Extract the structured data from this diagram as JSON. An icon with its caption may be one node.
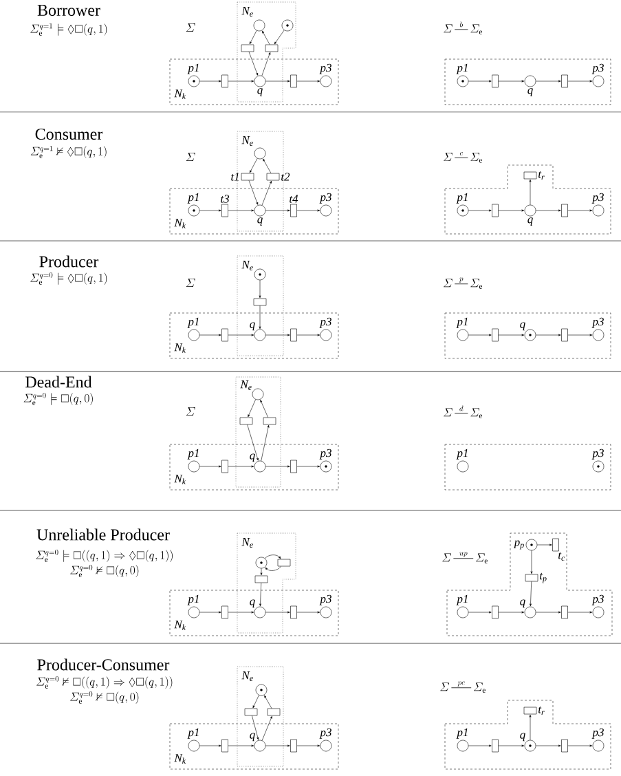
{
  "diagram": {
    "nodes": [
      {
        "text": [
          "N$_{k}$"
        ]
      },
      {
        "text": [
          "N$_{e}$"
        ]
      },
      {
        "text": [],
        "shape": "circle",
        "beside": [
          "p1"
        ],
        "in": 0
      },
      {
        "text": [],
        "shape": "box",
        "in": 0
      },
      {
        "text": [],
        "shape": "circle",
        "beside": [
          "q"
        ]
      },
      {
        "text": [],
        "shape": "box",
        "in": 0
      },
      {
        "text": [],
        "shape": "circle",
        "beside": [
          "p3"
        ],
        "in": 0
      },
      {
        "text": [],
        "shape": "circle",
        "in": 1
      },
      {
        "text": [],
        "shape": "circle",
        "in": 1
      },
      {
        "text": [],
        "shape": "box",
        "in": 1
      },
      {
        "text": [],
        "shape": "box",
        "in": 1
      },
      {
        "text": [],
        "shape": "box"
      },
      {
        "text": [],
        "shape": "circle",
        "beside": [
          "p1"
        ],
        "in": 11
      },
      {
        "text": [],
        "shape": "box",
        "in": 11
      },
      {
        "text": [],
        "shape": "circle",
        "beside": [
          "q"
        ],
        "in": 11
      },
      {
        "text": [],
        "shape": "box",
        "in": 11
      },
      {
        "text": [],
        "shape": "circle",
        "beside": [
          "p3"
        ],
        "in": 11
      },
      {
        "text": [
          "N$_{k}$"
        ]
      },
      {
        "text": [
          "N$_{e}$"
        ]
      },
      {
        "text": [],
        "shape": "circle",
        "beside": [
          "p1"
        ],
        "in": 17
      },
      {
        "text": [],
        "shape": "box",
        "beside": [
          "t3"
        ],
        "in": 17
      },
      {
        "text": [],
        "shape": "circle",
        "beside": [
          "q"
        ]
      },
      {
        "text": [],
        "shape": "box",
        "beside": [
          "t4"
        ],
        "in": 17
      },
      {
        "text": [],
        "shape": "circle",
        "beside": [
          "p3"
        ],
        "in": 17
      },
      {
        "text": [],
        "shape": "circle",
        "in": 18
      },
      {
        "text": [],
        "shape": "box",
        "beside": [
          "t1"
        ],
        "in": 18
      },
      {
        "text": [],
        "shape": "box",
        "beside": [
          "t2"
        ],
        "in": 18
      },
      {
        "text": [],
        "shape": "box"
      },
      {
        "text": [],
        "shape": "circle",
        "beside": [
          "p1"
        ],
        "in": 27
      },
      {
        "text": [],
        "shape": "box",
        "in": 27
      },
      {
        "text": [],
        "shape": "circle",
        "beside": [
          "q"
        ],
        "in": 27
      },
      {
        "text": [],
        "shape": "box",
        "in": 27
      },
      {
        "text": [],
        "shape": "circle",
        "beside": [
          "p3"
        ],
        "in": 27
      },
      {
        "text": [],
        "shape": "box",
        "beside": [
          "t$_{r}$"
        ],
        "in": 27
      },
      {
        "text": [
          "N$_{k}$"
        ]
      },
      {
        "text": [
          "N$_{e}$"
        ]
      },
      {
        "text": [],
        "shape": "circle",
        "beside": [
          "p1"
        ],
        "in": 34
      },
      {
        "text": [],
        "shape": "box",
        "in": 34
      },
      {
        "text": [],
        "shape": "circle",
        "beside": [
          "q"
        ]
      },
      {
        "text": [],
        "shape": "box",
        "in": 34
      },
      {
        "text": [],
        "shape": "circle",
        "beside": [
          "p3"
        ],
        "in": 34
      },
      {
        "text": [],
        "shape": "circle",
        "in": 35
      },
      {
        "text": [],
        "shape": "box",
        "in": 35
      },
      {
        "text": [],
        "shape": "box"
      },
      {
        "text": [],
        "shape": "circle",
        "beside": [
          "p1"
        ],
        "in": 43
      },
      {
        "text": [],
        "shape": "box",
        "in": 43
      },
      {
        "text": [],
        "shape": "circle",
        "beside": [
          "q"
        ],
        "in": 43
      },
      {
        "text": [],
        "shape": "box",
        "in": 43
      },
      {
        "text": [],
        "shape": "circle",
        "beside": [
          "p3"
        ],
        "in": 43
      },
      {
        "text": [
          "N$_{k}$"
        ]
      },
      {
        "text": [
          "N$_{e}$"
        ]
      },
      {
        "text": [],
        "shape": "circle",
        "beside": [
          "p1"
        ],
        "in": 49
      },
      {
        "text": [],
        "shape": "box",
        "in": 49
      },
      {
        "text": [],
        "shape": "circle",
        "beside": [
          "q"
        ]
      },
      {
        "text": [],
        "shape": "box",
        "in": 49
      },
      {
        "text": [],
        "shape": "circle",
        "beside": [
          "p3"
        ],
        "in": 49
      },
      {
        "text": [],
        "shape": "circle",
        "in": 50
      },
      {
        "text": [],
        "shape": "box",
        "in": 50
      },
      {
        "text": [],
        "shape": "box",
        "in": 50
      },
      {
        "text": [],
        "shape": "box"
      },
      {
        "text": [],
        "shape": "circle",
        "beside": [
          "p1"
        ],
        "in": 59
      },
      {
        "text": [],
        "shape": "circle",
        "beside": [
          "p3"
        ],
        "in": 59
      },
      {
        "text": [
          "N$_{k}$"
        ]
      },
      {
        "text": [
          "N$_{e}$"
        ]
      },
      {
        "text": [],
        "shape": "circle",
        "beside": [
          "p1"
        ],
        "in": 62
      },
      {
        "text": [],
        "shape": "box",
        "in": 62
      },
      {
        "text": [],
        "shape": "circle",
        "beside": [
          "q"
        ]
      },
      {
        "text": [],
        "shape": "box",
        "in": 62
      },
      {
        "text": [],
        "shape": "circle",
        "beside": [
          "p3"
        ],
        "in": 62
      },
      {
        "text": [],
        "shape": "circle",
        "in": 63
      },
      {
        "text": [],
        "shape": "box",
        "in": 63
      },
      {
        "text": [],
        "shape": "box",
        "in": 63
      },
      {
        "text": [],
        "shape": "box"
      },
      {
        "text": [],
        "shape": "circle",
        "beside": [
          "p1"
        ],
        "in": 72
      },
      {
        "text": [],
        "shape": "box",
        "in": 72
      },
      {
        "text": [],
        "shape": "circle",
        "beside": [
          "q"
        ],
        "in": 72
      },
      {
        "text": [],
        "shape": "box",
        "in": 72
      },
      {
        "text": [],
        "shape": "circle",
        "beside": [
          "p3"
        ],
        "in": 72
      },
      {
        "text": [],
        "shape": "circle",
        "beside": [
          "p$_{p}$"
        ],
        "in": 72
      },
      {
        "text": [],
        "shape": "box",
        "beside": [
          "t$_{c}$"
        ],
        "in": 72
      },
      {
        "text": [],
        "shape": "box",
        "beside": [
          "t$_{p}$"
        ],
        "in": 72
      },
      {
        "text": [
          "N$_{k}$"
        ]
      },
      {
        "text": [
          "N$_{e}$"
        ]
      },
      {
        "text": [],
        "shape": "circle",
        "beside": [
          "p1"
        ],
        "in": 81
      },
      {
        "text": [],
        "shape": "box",
        "in": 81
      },
      {
        "text": [],
        "shape": "circle",
        "beside": [
          "q"
        ]
      },
      {
        "text": [],
        "shape": "box",
        "in": 81
      },
      {
        "text": [],
        "shape": "circle",
        "beside": [
          "p3"
        ],
        "in": 81
      },
      {
        "text": [],
        "shape": "circle",
        "in": 82
      },
      {
        "text": [],
        "shape": "box",
        "in": 82
      },
      {
        "text": [],
        "shape": "box",
        "in": 82
      },
      {
        "text": [],
        "shape": "box"
      },
      {
        "text": [],
        "shape": "circle",
        "beside": [
          "p1"
        ],
        "in": 91
      },
      {
        "text": [],
        "shape": "box",
        "in": 91
      },
      {
        "text": [],
        "shape": "circle",
        "beside": [
          "q"
        ],
        "in": 91
      },
      {
        "text": [],
        "shape": "box",
        "in": 91
      },
      {
        "text": [],
        "shape": "circle",
        "beside": [
          "p3"
        ],
        "in": 91
      },
      {
        "text": [],
        "shape": "box",
        "beside": [
          "t$_{r}$"
        ],
        "in": 91
      },
      {
        "text": [],
        "shape": "dot",
        "in": 2
      },
      {
        "text": [],
        "shape": "dot",
        "in": 8
      },
      {
        "text": [],
        "shape": "dot",
        "in": 12
      },
      {
        "text": [],
        "shape": "dot",
        "in": 19
      },
      {
        "text": [],
        "shape": "dot",
        "in": 28
      },
      {
        "text": [],
        "shape": "dot",
        "in": 41
      },
      {
        "text": [],
        "shape": "dot",
        "in": 46
      },
      {
        "text": [],
        "shape": "dot",
        "in": 55
      },
      {
        "text": [],
        "shape": "dot",
        "in": 61
      },
      {
        "text": [],
        "shape": "dot",
        "in": 69
      },
      {
        "text": [],
        "shape": "dot",
        "in": 78
      },
      {
        "text": [],
        "shape": "dot",
        "in": 88
      },
      {
        "text": [],
        "shape": "dot",
        "in": 94
      }
    ],
    "edges": [
      {
        "from": 2,
        "to": 3,
        "arrow": "to"
      },
      {
        "from": 3,
        "to": 4,
        "arrow": "to"
      },
      {
        "from": 4,
        "to": 5,
        "arrow": "to"
      },
      {
        "from": 5,
        "to": 6,
        "arrow": "to"
      },
      {
        "from": 7,
        "to": 9,
        "arrow": "to"
      },
      {
        "from": 9,
        "to": 4,
        "arrow": "to"
      },
      {
        "from": 4,
        "to": 10,
        "arrow": "to"
      },
      {
        "from": 10,
        "to": 7,
        "arrow": "to"
      },
      {
        "from": 8,
        "to": 10,
        "arrow": "to"
      },
      {
        "from": 12,
        "to": 13,
        "arrow": "to"
      },
      {
        "from": 13,
        "to": 14,
        "arrow": "to"
      },
      {
        "from": 14,
        "to": 15,
        "arrow": "to"
      },
      {
        "from": 15,
        "to": 16,
        "arrow": "to"
      },
      {
        "from": 19,
        "to": 20,
        "arrow": "to"
      },
      {
        "from": 20,
        "to": 21,
        "arrow": "to"
      },
      {
        "from": 21,
        "to": 22,
        "arrow": "to"
      },
      {
        "from": 22,
        "to": 23,
        "arrow": "to"
      },
      {
        "from": 24,
        "to": 25,
        "arrow": "to"
      },
      {
        "from": 25,
        "to": 21,
        "arrow": "to"
      },
      {
        "from": 21,
        "to": 26,
        "arrow": "to"
      },
      {
        "from": 26,
        "to": 24,
        "arrow": "to"
      },
      {
        "from": 28,
        "to": 29,
        "arrow": "to"
      },
      {
        "from": 29,
        "to": 30,
        "arrow": "to"
      },
      {
        "from": 30,
        "to": 31,
        "arrow": "to"
      },
      {
        "from": 31,
        "to": 32,
        "arrow": "to"
      },
      {
        "from": 30,
        "to": 33,
        "arrow": "to"
      },
      {
        "from": 36,
        "to": 37,
        "arrow": "to"
      },
      {
        "from": 37,
        "to": 38,
        "arrow": "to"
      },
      {
        "from": 38,
        "to": 39,
        "arrow": "to"
      },
      {
        "from": 39,
        "to": 40,
        "arrow": "to"
      },
      {
        "from": 41,
        "to": 42,
        "arrow": "to"
      },
      {
        "from": 42,
        "to": 38,
        "arrow": "to"
      },
      {
        "from": 44,
        "to": 45,
        "arrow": "to"
      },
      {
        "from": 45,
        "to": 46,
        "arrow": "to"
      },
      {
        "from": 46,
        "to": 47,
        "arrow": "to"
      },
      {
        "from": 47,
        "to": 48,
        "arrow": "to"
      },
      {
        "from": 51,
        "to": 52,
        "arrow": "to"
      },
      {
        "from": 52,
        "to": 53,
        "arrow": "to"
      },
      {
        "from": 53,
        "to": 54,
        "arrow": "to"
      },
      {
        "from": 54,
        "to": 55,
        "arrow": "to"
      },
      {
        "from": 56,
        "to": 57,
        "arrow": "to"
      },
      {
        "from": 57,
        "to": 53,
        "arrow": "to"
      },
      {
        "from": 53,
        "to": 58,
        "arrow": "to"
      },
      {
        "from": 58,
        "to": 56,
        "arrow": "to"
      },
      {
        "from": 64,
        "to": 65,
        "arrow": "to"
      },
      {
        "from": 65,
        "to": 66,
        "arrow": "to"
      },
      {
        "from": 66,
        "to": 67,
        "arrow": "to"
      },
      {
        "from": 67,
        "to": 68,
        "arrow": "to"
      },
      {
        "from": 69,
        "to": 70,
        "arrow": "to"
      },
      {
        "from": 70,
        "to": 69,
        "arrow": "to"
      },
      {
        "from": 69,
        "to": 71,
        "arrow": "to"
      },
      {
        "from": 71,
        "to": 66,
        "arrow": "to"
      },
      {
        "from": 73,
        "to": 74,
        "arrow": "to"
      },
      {
        "from": 74,
        "to": 75,
        "arrow": "to"
      },
      {
        "from": 75,
        "to": 76,
        "arrow": "to"
      },
      {
        "from": 76,
        "to": 77,
        "arrow": "to"
      },
      {
        "from": 78,
        "to": 79,
        "arrow": "to"
      },
      {
        "from": 78,
        "to": 80,
        "arrow": "to"
      },
      {
        "from": 80,
        "to": 75,
        "arrow": "to"
      },
      {
        "from": 83,
        "to": 84,
        "arrow": "to"
      },
      {
        "from": 84,
        "to": 85,
        "arrow": "to"
      },
      {
        "from": 85,
        "to": 86,
        "arrow": "to"
      },
      {
        "from": 86,
        "to": 87,
        "arrow": "to"
      },
      {
        "from": 88,
        "to": 89,
        "arrow": "to"
      },
      {
        "from": 89,
        "to": 85,
        "arrow": "to"
      },
      {
        "from": 85,
        "to": 90,
        "arrow": "to"
      },
      {
        "from": 90,
        "to": 88,
        "arrow": "to"
      },
      {
        "from": 92,
        "to": 93,
        "arrow": "to"
      },
      {
        "from": 93,
        "to": 94,
        "arrow": "to"
      },
      {
        "from": 94,
        "to": 95,
        "arrow": "to"
      },
      {
        "from": 95,
        "to": 96,
        "arrow": "to"
      },
      {
        "from": 94,
        "to": 97,
        "arrow": "to"
      }
    ],
    "labels": [
      "Borrower",
      "\\varSigma_{\\mathrm{e}}^{q=1} \\models \\Diamond\\Box(q,1)",
      "\\varSigma",
      "\\varSigma\\,\\overset{b}{\\rule[0.55ex]{1.2em}{0.8pt}}\\,\\varSigma_{\\mathrm{e}}",
      "Consumer",
      "\\varSigma_{\\mathrm{e}}^{q=1} \\nvDash \\Diamond\\Box(q,1)",
      "\\varSigma",
      "\\varSigma\\,\\overset{c}{\\rule[0.55ex]{1.2em}{0.8pt}}\\,\\varSigma_{\\mathrm{e}}",
      "Producer",
      "\\varSigma_{\\mathrm{e}}^{q=0} \\models \\Diamond\\Box(q,1)",
      "\\varSigma",
      "\\varSigma\\,\\overset{p}{\\rule[0.55ex]{1.2em}{0.8pt}}\\,\\varSigma_{\\mathrm{e}}",
      "Dead-End",
      "\\varSigma_{\\mathrm{e}}^{q=0} \\models \\Box(q,0)",
      "\\varSigma",
      "\\varSigma\\,\\overset{d}{\\rule[0.55ex]{1.2em}{0.8pt}}\\,\\varSigma_{\\mathrm{e}}",
      "Unreliable Producer",
      "\\varSigma_{\\mathrm{e}}^{q=0} \\models \\Box((q,1) \\Rightarrow \\Diamond\\Box(q,1))",
      "\\varSigma_{\\mathrm{e}}^{q=0} \\nvDash \\Box(q,0)",
      "\\varSigma\\,\\overset{up}{\\rule[0.55ex]{1.8em}{0.8pt}}\\,\\varSigma_{\\mathrm{e}}",
      "Producer-Consumer",
      "\\varSigma_{\\mathrm{e}}^{q=0} \\nvDash \\Box((q,1) \\Rightarrow \\Diamond\\Box(q,1))",
      "\\varSigma_{\\mathrm{e}}^{q=0} \\nvDash \\Box(q,0)",
      "\\varSigma\\,\\overset{pc}{\\rule[0.55ex]{1.8em}{0.8pt}}\\,\\varSigma_{\\mathrm{e}}"
    ]
  }
}
